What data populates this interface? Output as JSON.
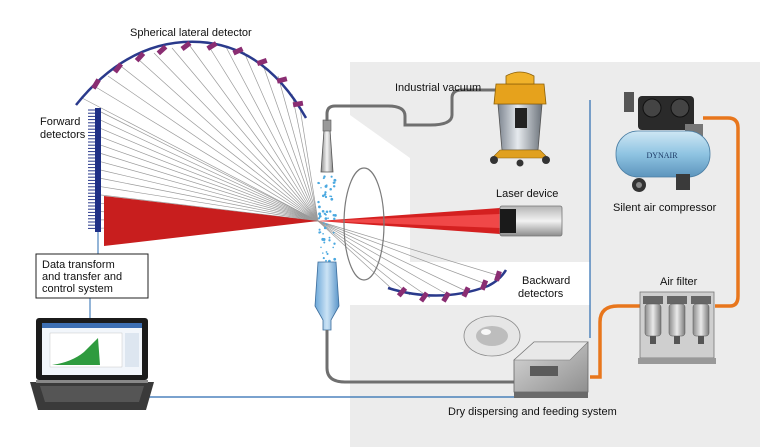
{
  "labels": {
    "spherical_lateral_detector": "Spherical lateral detector",
    "forward_detectors": [
      "Forward",
      "detectors"
    ],
    "industrial_vacuum": "Industrial vacuum",
    "laser_device": "Laser device",
    "backward_detectors": [
      "Backward",
      "detectors"
    ],
    "data_system": [
      "Data transform",
      "and transfer and",
      "control system"
    ],
    "silent_air_compressor": "Silent air compressor",
    "air_filter": "Air filter",
    "dry_dispersing_system": "Dry dispersing and feeding system",
    "compressor_brand": "DYNAIR"
  },
  "colors": {
    "background_panel": "#ececec",
    "laser_beam": "#d42020",
    "detector_arc": "#2a3a8c",
    "detector_element": "#8a2d72",
    "light_rays": "#9a9a9a",
    "compressed_air_line": "#e8761c",
    "signal_line": "#2a6bb0",
    "vacuum_hose": "#6f6f6f"
  }
}
